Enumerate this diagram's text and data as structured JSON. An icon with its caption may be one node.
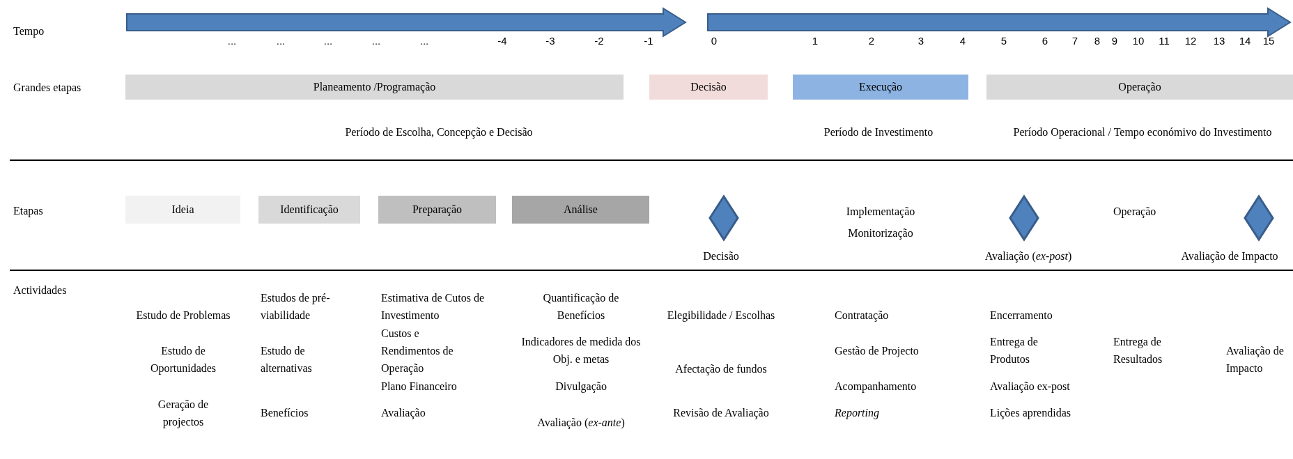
{
  "diagram": {
    "nodes": [
      {
        "text": [
          "Planeamento /Programação"
        ]
      },
      {
        "text": [
          "Decisão"
        ]
      },
      {
        "text": [
          "Execução"
        ]
      },
      {
        "text": [
          "Operação"
        ]
      },
      {
        "text": [
          "Ideia"
        ]
      },
      {
        "text": [
          "Identificação"
        ]
      },
      {
        "text": [
          "Preparação"
        ]
      },
      {
        "text": [
          "Análise"
        ]
      },
      {
        "text": [
          "Decisão"
        ]
      },
      {
        "text": [
          "Avaliação (*ex-post*)"
        ]
      },
      {
        "text": [
          "Avaliação de Impacto"
        ]
      }
    ],
    "labels": [
      "Tempo",
      "...",
      "...",
      "...",
      "...",
      "...",
      "-4",
      "-3",
      "-2",
      "-1",
      "0",
      "1",
      "2",
      "3",
      "4",
      "5",
      "6",
      "7",
      "8",
      "9",
      "10",
      "11",
      "12",
      "13",
      "14",
      "15",
      "Grandes etapas",
      "Período de Escolha, Concepção e Decisão",
      "Período de Investimento",
      "Período Operacional / Tempo económivo do Investimento",
      "Etapas",
      "Implementação",
      "Operação",
      "Monitorização",
      "Actividades",
      "Estudo de Problemas",
      "Estudo de Oportunidades",
      "Geração de projectos",
      "Estudos de pré-viabilidade",
      "Estudo de alternativas",
      "Benefícios",
      "Estimativa de Cutos de Investimento",
      "Custos e Rendimentos de Operação",
      "Plano Financeiro",
      "Avaliação",
      "Quantificação de Benefícios",
      "Indicadores de medida dos Obj. e metas",
      "Divulgação",
      "Avaliação (*ex-ante*)",
      "Elegibilidade / Escolhas",
      "Afectação de fundos",
      "Revisão de Avaliação",
      "Contratação",
      "Gestão de Projecto",
      "Acompanhamento",
      "Reporting",
      "Encerramento",
      "Entrega de Produtos",
      "Avaliação ex-post",
      "Lições aprendidas",
      "Entrega de Resultados",
      "Avaliação de Impacto"
    ]
  }
}
